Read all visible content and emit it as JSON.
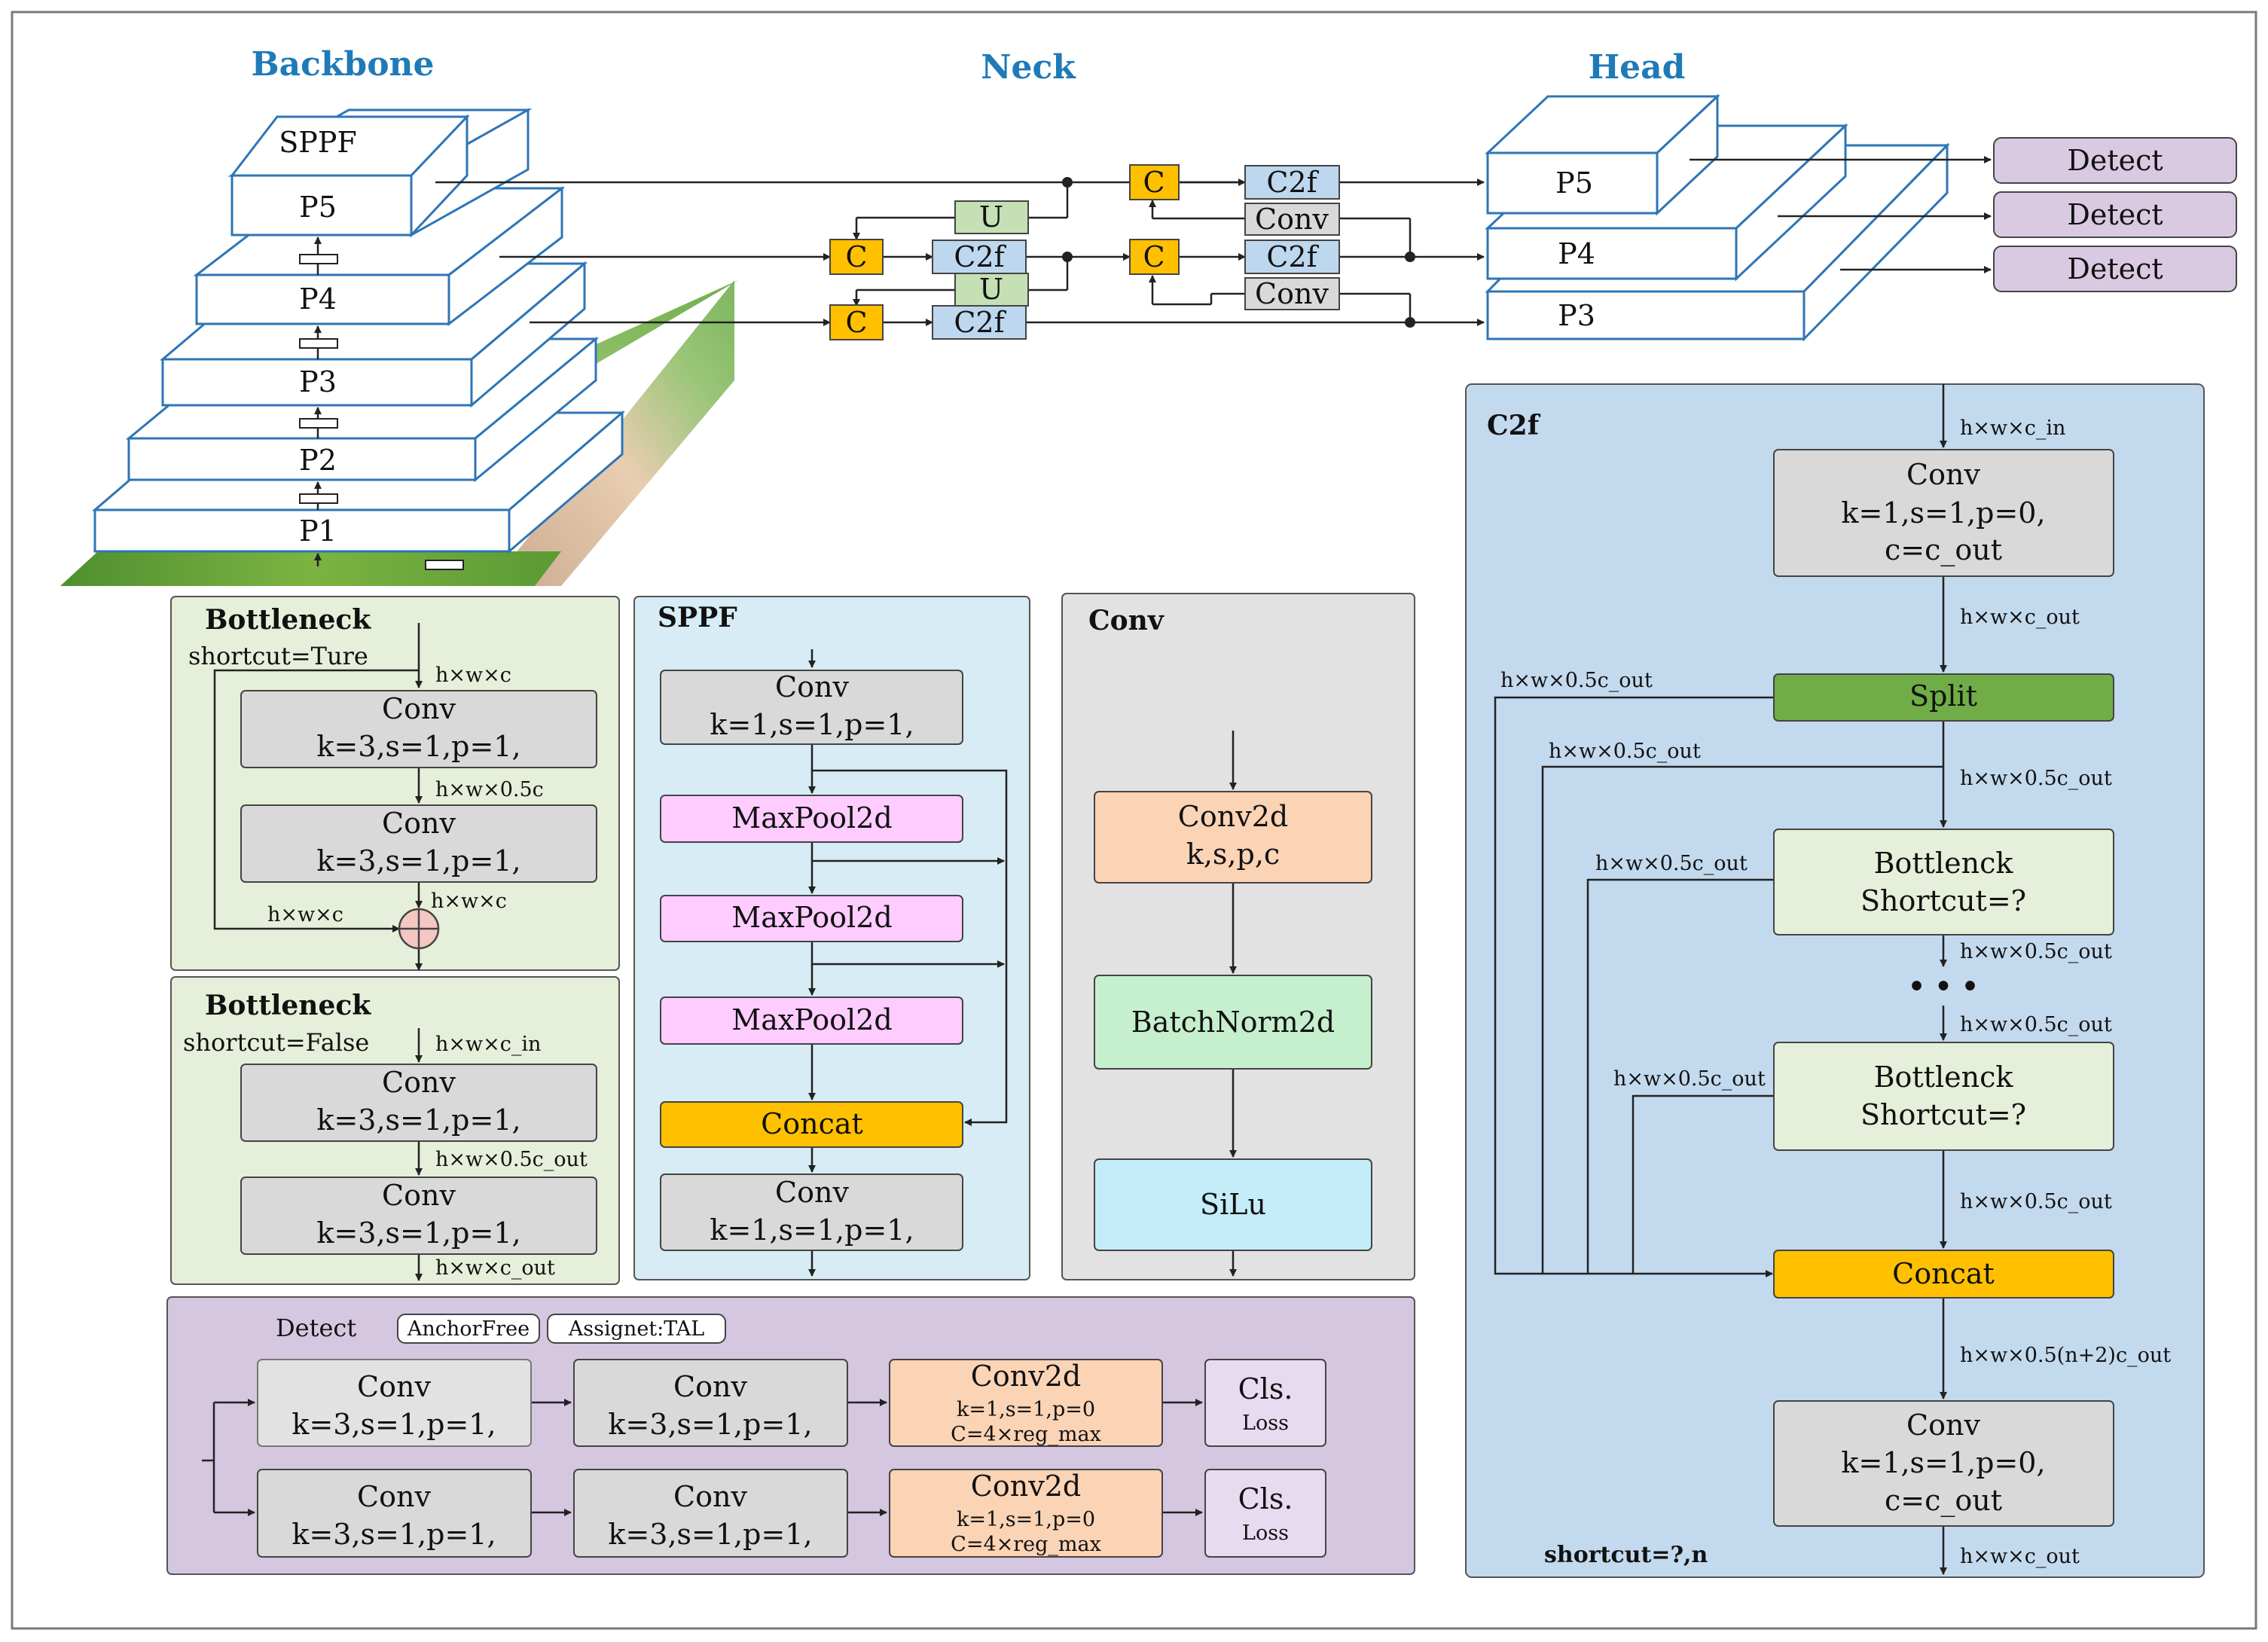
{
  "headers": {
    "backbone": "Backbone",
    "neck": "Neck",
    "head": "Head"
  },
  "backbone": {
    "sppf": "SPPF",
    "levels": [
      "P5",
      "P4",
      "P3",
      "P2",
      "P1"
    ]
  },
  "neck": {
    "c1": "C",
    "c2": "C",
    "c3": "C",
    "c4": "C",
    "u1": "U",
    "u2": "U",
    "c2f_1": "C2f",
    "c2f_2": "C2f",
    "c2f_3": "C2f",
    "c2f_4": "C2f",
    "conv1": "Conv",
    "conv2": "Conv"
  },
  "head": {
    "levels": [
      "P5",
      "P4",
      "P3"
    ],
    "detect": [
      "Detect",
      "Detect",
      "Detect"
    ]
  },
  "bottleneck_true": {
    "title": "Bottleneck",
    "shortcut": "shortcut=Ture",
    "conv1": [
      "Conv",
      "k=3,s=1,p=1,"
    ],
    "conv2": [
      "Conv",
      "k=3,s=1,p=1,"
    ],
    "lbl_in": "h×w×c",
    "lbl_mid": "h×w×0.5c",
    "lbl_skip": "h×w×c",
    "lbl_out": "h×w×c"
  },
  "bottleneck_false": {
    "title": "Bottleneck",
    "shortcut": "shortcut=False",
    "conv1": [
      "Conv",
      "k=3,s=1,p=1,"
    ],
    "conv2": [
      "Conv",
      "k=3,s=1,p=1,"
    ],
    "lbl_in": "h×w×c_in",
    "lbl_mid": "h×w×0.5c_out",
    "lbl_out": "h×w×c_out"
  },
  "sppf": {
    "title": "SPPF",
    "conv_in": [
      "Conv",
      "k=1,s=1,p=1,"
    ],
    "maxpool": [
      "MaxPool2d",
      "MaxPool2d",
      "MaxPool2d"
    ],
    "concat": "Concat",
    "conv_out": [
      "Conv",
      "k=1,s=1,p=1,"
    ]
  },
  "conv_block": {
    "title": "Conv",
    "conv2d": [
      "Conv2d",
      "k,s,p,c"
    ],
    "bn": "BatchNorm2d",
    "act": "SiLu"
  },
  "detect_block": {
    "title": "Detect",
    "tag1": "AnchorFree",
    "tag2": "Assignet:TAL",
    "row1": {
      "conv1": [
        "Conv",
        "k=3,s=1,p=1,"
      ],
      "conv2": [
        "Conv",
        "k=3,s=1,p=1,"
      ],
      "conv2d": [
        "Conv2d",
        "k=1,s=1,p=0",
        "C=4×reg_max"
      ],
      "loss": [
        "Cls.",
        "Loss"
      ]
    },
    "row2": {
      "conv1": [
        "Conv",
        "k=3,s=1,p=1,"
      ],
      "conv2": [
        "Conv",
        "k=3,s=1,p=1,"
      ],
      "conv2d": [
        "Conv2d",
        "k=1,s=1,p=0",
        "C=4×reg_max"
      ],
      "loss": [
        "Cls.",
        "Loss"
      ]
    }
  },
  "c2f": {
    "title": "C2f",
    "conv_in": [
      "Conv",
      "k=1,s=1,p=0,",
      "c=c_out"
    ],
    "split": "Split",
    "bottleneck1": [
      "Bottlenck",
      "Shortcut=?"
    ],
    "bottleneck2": [
      "Bottlenck",
      "Shortcut=?"
    ],
    "dots": "• • •",
    "concat": "Concat",
    "conv_out": [
      "Conv",
      "k=1,s=1,p=0,",
      "c=c_out"
    ],
    "footer": "shortcut=?,n",
    "lbl_in": "h×w×c_in",
    "lbl_after_conv": "h×w×c_out",
    "lbl_split_left": "h×w×0.5c_out",
    "lbl_split_right": "h×w×0.5c_out",
    "lbl_branch2": "h×w×0.5c_out",
    "lbl_branch3": "h×w×0.5c_out",
    "lbl_branch4": "h×w×0.5c_out",
    "lbl_b1_out": "h×w×0.5c_out",
    "lbl_b2_in": "h×w×0.5c_out",
    "lbl_b2_out": "h×w×0.5c_out",
    "lbl_concat_out": "h×w×0.5(n+2)c_out",
    "lbl_out": "h×w×c_out"
  },
  "colors": {
    "gray": "#d9d9d9",
    "orange": "#ffc000",
    "blue_box": "#bdd7ee",
    "green_u": "#c5e0b4",
    "pink": "#ffccff",
    "peach": "#fbd3b5",
    "mint": "#c6efce",
    "cyan": "#c4ecf9",
    "split": "#70ad47",
    "purple_panel": "#d5c7e0",
    "detect_box": "#d9c9e1",
    "c2f_panel": "#c3d9ee",
    "bottleneck_panel": "#e6efd9",
    "sppf_panel": "#d7ecf4",
    "conv_panel": "#e2e2e2"
  }
}
